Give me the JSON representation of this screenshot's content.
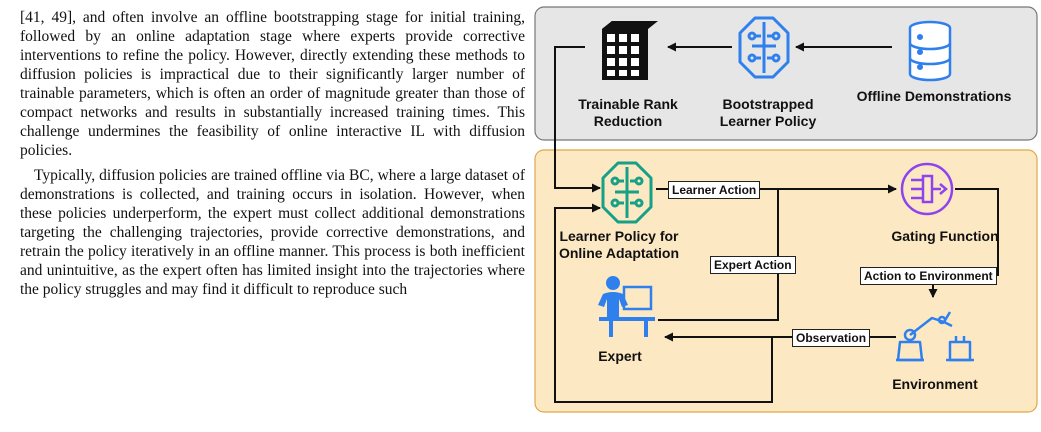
{
  "paper": {
    "paragraph1": "[41, 49], and often involve an offline bootstrapping stage for initial training, followed by an online adaptation stage where experts provide corrective interventions to refine the policy. However, directly extending these methods to diffusion policies is impractical due to their significantly larger number of trainable parameters, which is often an order of magnitude greater than those of compact networks and results in substantially increased training times. This challenge undermines the feasibility of online interactive IL with diffusion policies.",
    "paragraph2": "Typically, diffusion policies are trained offline via BC, where a large dataset of demonstrations is collected, and training occurs in isolation. However, when these policies underperform, the expert must collect additional demonstrations targeting the challenging trajectories, provide corrective demonstrations, and retrain the policy iteratively in an offline manner. This process is both inefficient and unintuitive, as the expert often has limited insight into the trajectories where the policy struggles and may find it difficult to reproduce such"
  },
  "figure": {
    "offline_panel": {
      "trainable_rank_reduction": "Trainable Rank Reduction",
      "bootstrapped_learner_policy": "Bootstrapped Learner Policy",
      "offline_demonstrations": "Offline Demonstrations"
    },
    "online_panel": {
      "learner_policy_online": "Learner Policy for Online Adaptation",
      "gating_function": "Gating Function",
      "expert": "Expert",
      "environment": "Environment"
    },
    "edges": {
      "learner_action": "Learner Action",
      "expert_action": "Expert Action",
      "action_to_environment": "Action to Environment",
      "observation": "Observation"
    },
    "colors": {
      "offline_bg": "#e6e6e6",
      "online_bg": "#fde8c4",
      "online_border": "#e0a846",
      "blue_icon": "#2f80ed",
      "teal_icon": "#16a085",
      "purple_icon": "#8e44ec"
    }
  }
}
